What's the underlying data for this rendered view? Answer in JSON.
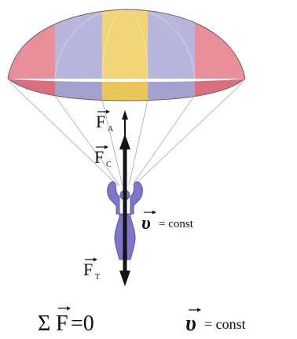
{
  "labels": {
    "force_lift": "F",
    "force_lift_sub": "A",
    "force_drag": "F",
    "force_drag_sub": "C",
    "force_gravity": "F",
    "force_gravity_sub": "T",
    "velocity_symbol": "υ",
    "velocity_eq": "= const",
    "sum_symbol": "Σ",
    "sum_force": "F",
    "sum_eq": "=0",
    "bottom_velocity": "υ",
    "bottom_velocity_eq": "= const"
  },
  "colors": {
    "canopy_pink": "#e98f9b",
    "canopy_lavender": "#b9b6dd",
    "canopy_yellow": "#f0d477",
    "skydiver": "#7e76c8",
    "arrow": "#141414"
  }
}
